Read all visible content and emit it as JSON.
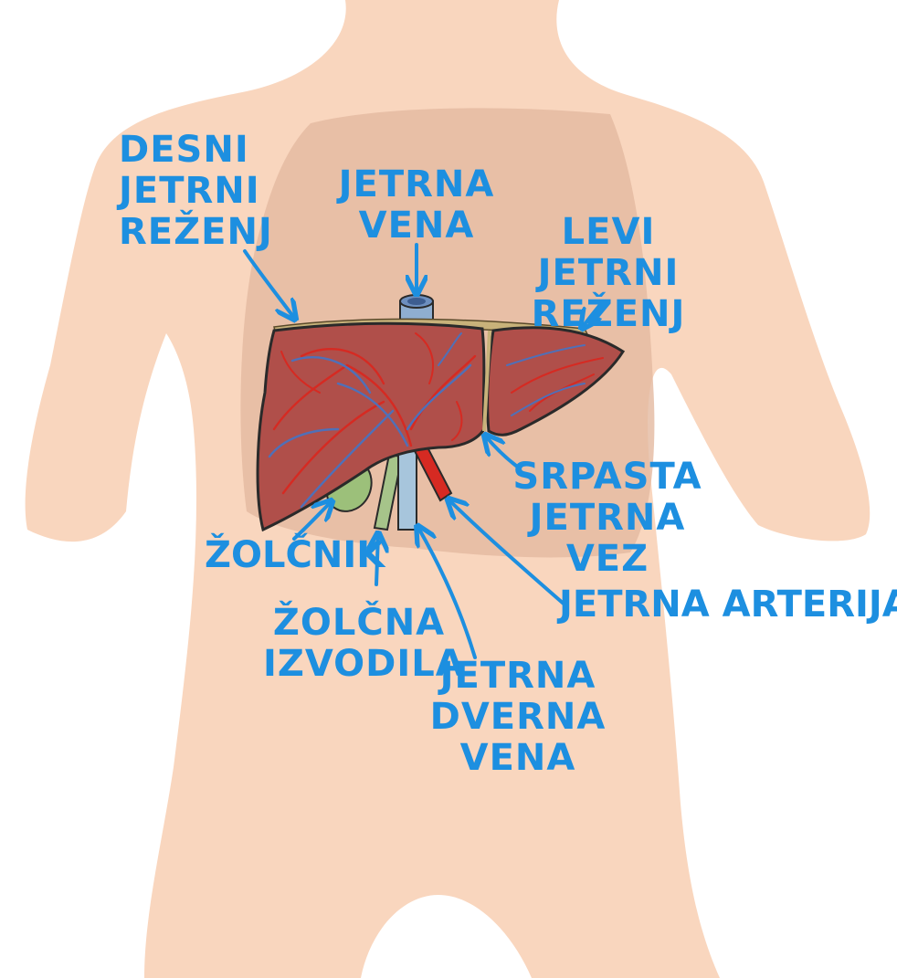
{
  "colors": {
    "label": "#1d8fe0",
    "skin": "#f9d6be",
    "chest_shade": "#e3b9a0",
    "liver": "#b04f4a",
    "artery": "#d62a22",
    "vein": "#4f70b8",
    "gallbladder": "#9cc07a",
    "portal_vein": "#9fbfd6",
    "ligament": "#c8b27a"
  },
  "labels": {
    "desni_jetrni_rezenj": "DESNI\nJETRNI\nREŽENJ",
    "jetrna_vena": "JETRNA\nVENA",
    "levi_jetrni_rezenj": "LEVI\nJETRNI\nREŽENJ",
    "srpasta_jetrna_vez": "SRPASTA\nJETRNA\nVEZ",
    "zolcnik": "ŽOLČNIK",
    "zolcna_izvodila": "ŽOLČNA\nIZVODILA",
    "jetrna_arterija": "JETRNA ARTERIJA",
    "jetrna_dverna_vena": "JETRNA\nDVERNA\nVENA"
  }
}
